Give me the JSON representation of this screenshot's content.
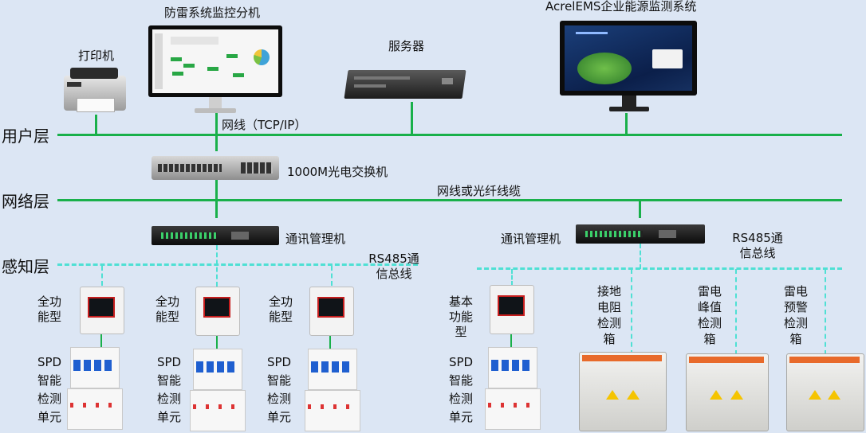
{
  "layers": {
    "user": "用户层",
    "network": "网络层",
    "perception": "感知层"
  },
  "top": {
    "monitor_station": "防雷系统监控分机",
    "printer": "打印机",
    "server": "服务器",
    "ems": "AcrelEMS企业能源监测系统"
  },
  "links": {
    "ethernet": "网线（TCP/IP）",
    "fiber": "网线或光纤线缆",
    "rs485_left": "RS485通\n信总线",
    "rs485_right": "RS485通\n信总线"
  },
  "network": {
    "switch": "1000M光电交换机",
    "comm_left": "通讯管理机",
    "comm_right": "通讯管理机"
  },
  "perception": {
    "meter_full_1": "全功\n能型",
    "meter_full_2": "全功\n能型",
    "meter_full_3": "全功\n能型",
    "meter_basic": "基本\n功能\n型",
    "spd_1": "SPD\n智能\n检测\n单元",
    "spd_2": "SPD\n智能\n检测\n单元",
    "spd_3": "SPD\n智能\n检测\n单元",
    "spd_4": "SPD\n智能\n检测\n单元",
    "box_ground": "接地\n电阻\n检测\n箱",
    "box_peak": "雷电\n峰值\n检测\n箱",
    "box_warning": "雷电\n预警\n检测\n箱"
  },
  "colors": {
    "background": "#dce6f4",
    "green_line": "#19b04a",
    "dashed_line": "#4fe0d4"
  }
}
